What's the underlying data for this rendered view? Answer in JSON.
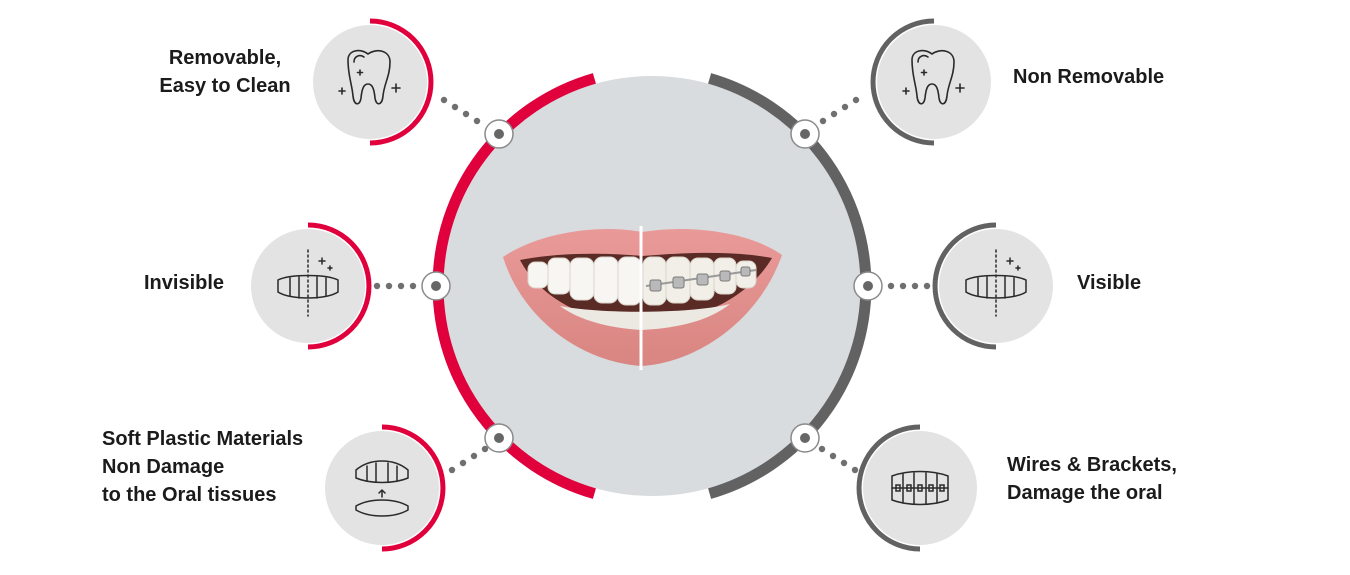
{
  "colors": {
    "aligner_accent": "#e0003c",
    "braces_accent": "#636262",
    "hub_fill": "#d8dcde",
    "icon_disc": "#e3e3e3",
    "connector_dots": "#6f6f6f"
  },
  "center": {
    "image": "smile-split-aligners-vs-braces"
  },
  "left_features": [
    {
      "lines": [
        "Removable,",
        "Easy to Clean"
      ],
      "icon": "sparkling-tooth-icon"
    },
    {
      "lines": [
        "Invisible"
      ],
      "icon": "teeth-aligner-icon"
    },
    {
      "lines": [
        "Soft Plastic Materials",
        "Non Damage",
        "to the Oral tissues"
      ],
      "icon": "clear-aligner-trays-icon"
    }
  ],
  "right_features": [
    {
      "lines": [
        "Non Removable"
      ],
      "icon": "sparkling-tooth-icon"
    },
    {
      "lines": [
        "Visible"
      ],
      "icon": "teeth-aligner-icon"
    },
    {
      "lines": [
        "Wires & Brackets,",
        "Damage the oral"
      ],
      "icon": "braces-brackets-icon"
    }
  ]
}
